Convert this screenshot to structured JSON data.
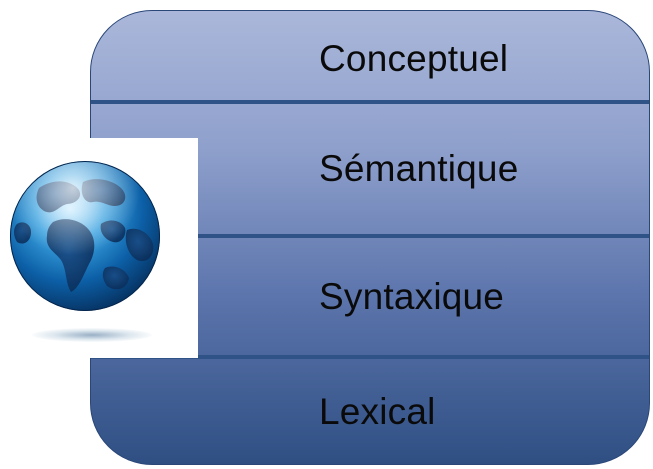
{
  "layers": [
    {
      "label": "Conceptuel"
    },
    {
      "label": "Sémantique"
    },
    {
      "label": "Syntaxique"
    },
    {
      "label": "Lexical"
    }
  ],
  "globe": {
    "icon": "globe-icon"
  },
  "colors": {
    "stack_top": "#aab7da",
    "stack_bottom": "#2f4f83",
    "divider": "#2f5386",
    "text": "#0a0a0a"
  }
}
